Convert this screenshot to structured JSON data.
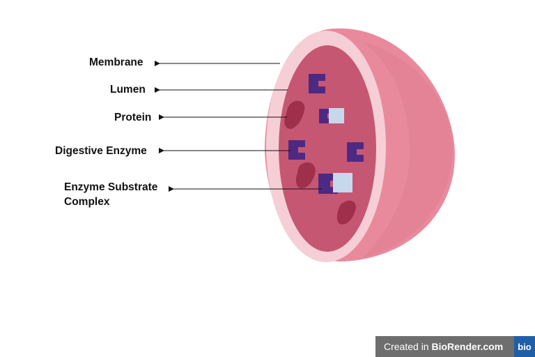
{
  "labels": {
    "membrane": "Membrane",
    "lumen": "Lumen",
    "protein": "Protein",
    "digestive_enzyme": "Digestive Enzyme",
    "enzyme_substrate_line1": "Enzyme Substrate",
    "enzyme_substrate_line2": "Complex"
  },
  "watermark": {
    "created_in": "Created in",
    "brand": "BioRender.com",
    "logo": "bio"
  },
  "colors": {
    "outer_shell": "#e98a9c",
    "membrane_ring": "#f6ced6",
    "lumen": "#c65773",
    "enzyme": "#4c2a83",
    "substrate": "#c8d8ec",
    "protein_blob": "#a02f4c",
    "watermark_bg": "#6e6e6e",
    "logo_bg": "#1f5fa8"
  }
}
